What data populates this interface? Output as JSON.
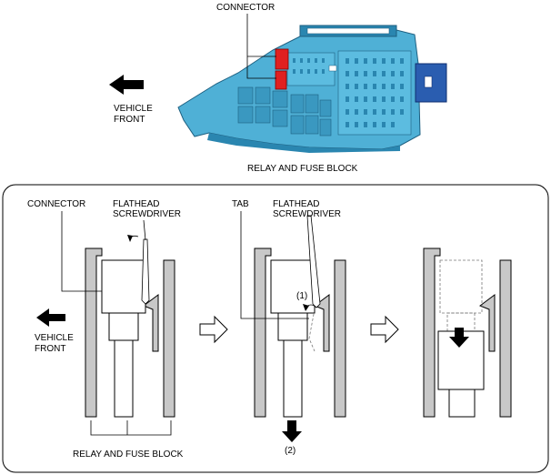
{
  "top": {
    "connector_label": "CONNECTOR",
    "vehicle_front_line1": "VEHICLE",
    "vehicle_front_line2": "FRONT",
    "block_label": "RELAY AND FUSE BLOCK"
  },
  "panel": {
    "connector_label": "CONNECTOR",
    "screwdriver1_line1": "FLATHEAD",
    "screwdriver1_line2": "SCREWDRIVER",
    "tab_label": "TAB",
    "screwdriver2_line1": "FLATHEAD",
    "screwdriver2_line2": "SCREWDRIVER",
    "step1": "(1)",
    "step2": "(2)",
    "vehicle_front_line1": "VEHICLE",
    "vehicle_front_line2": "FRONT",
    "block_label": "RELAY AND FUSE BLOCK"
  },
  "colors": {
    "block_fill": "#4fb0d6",
    "block_dark": "#2a86b0",
    "connector_red": "#e02020",
    "bracket_blue": "#2a5db0",
    "wall_gray": "#c8c8c8"
  }
}
